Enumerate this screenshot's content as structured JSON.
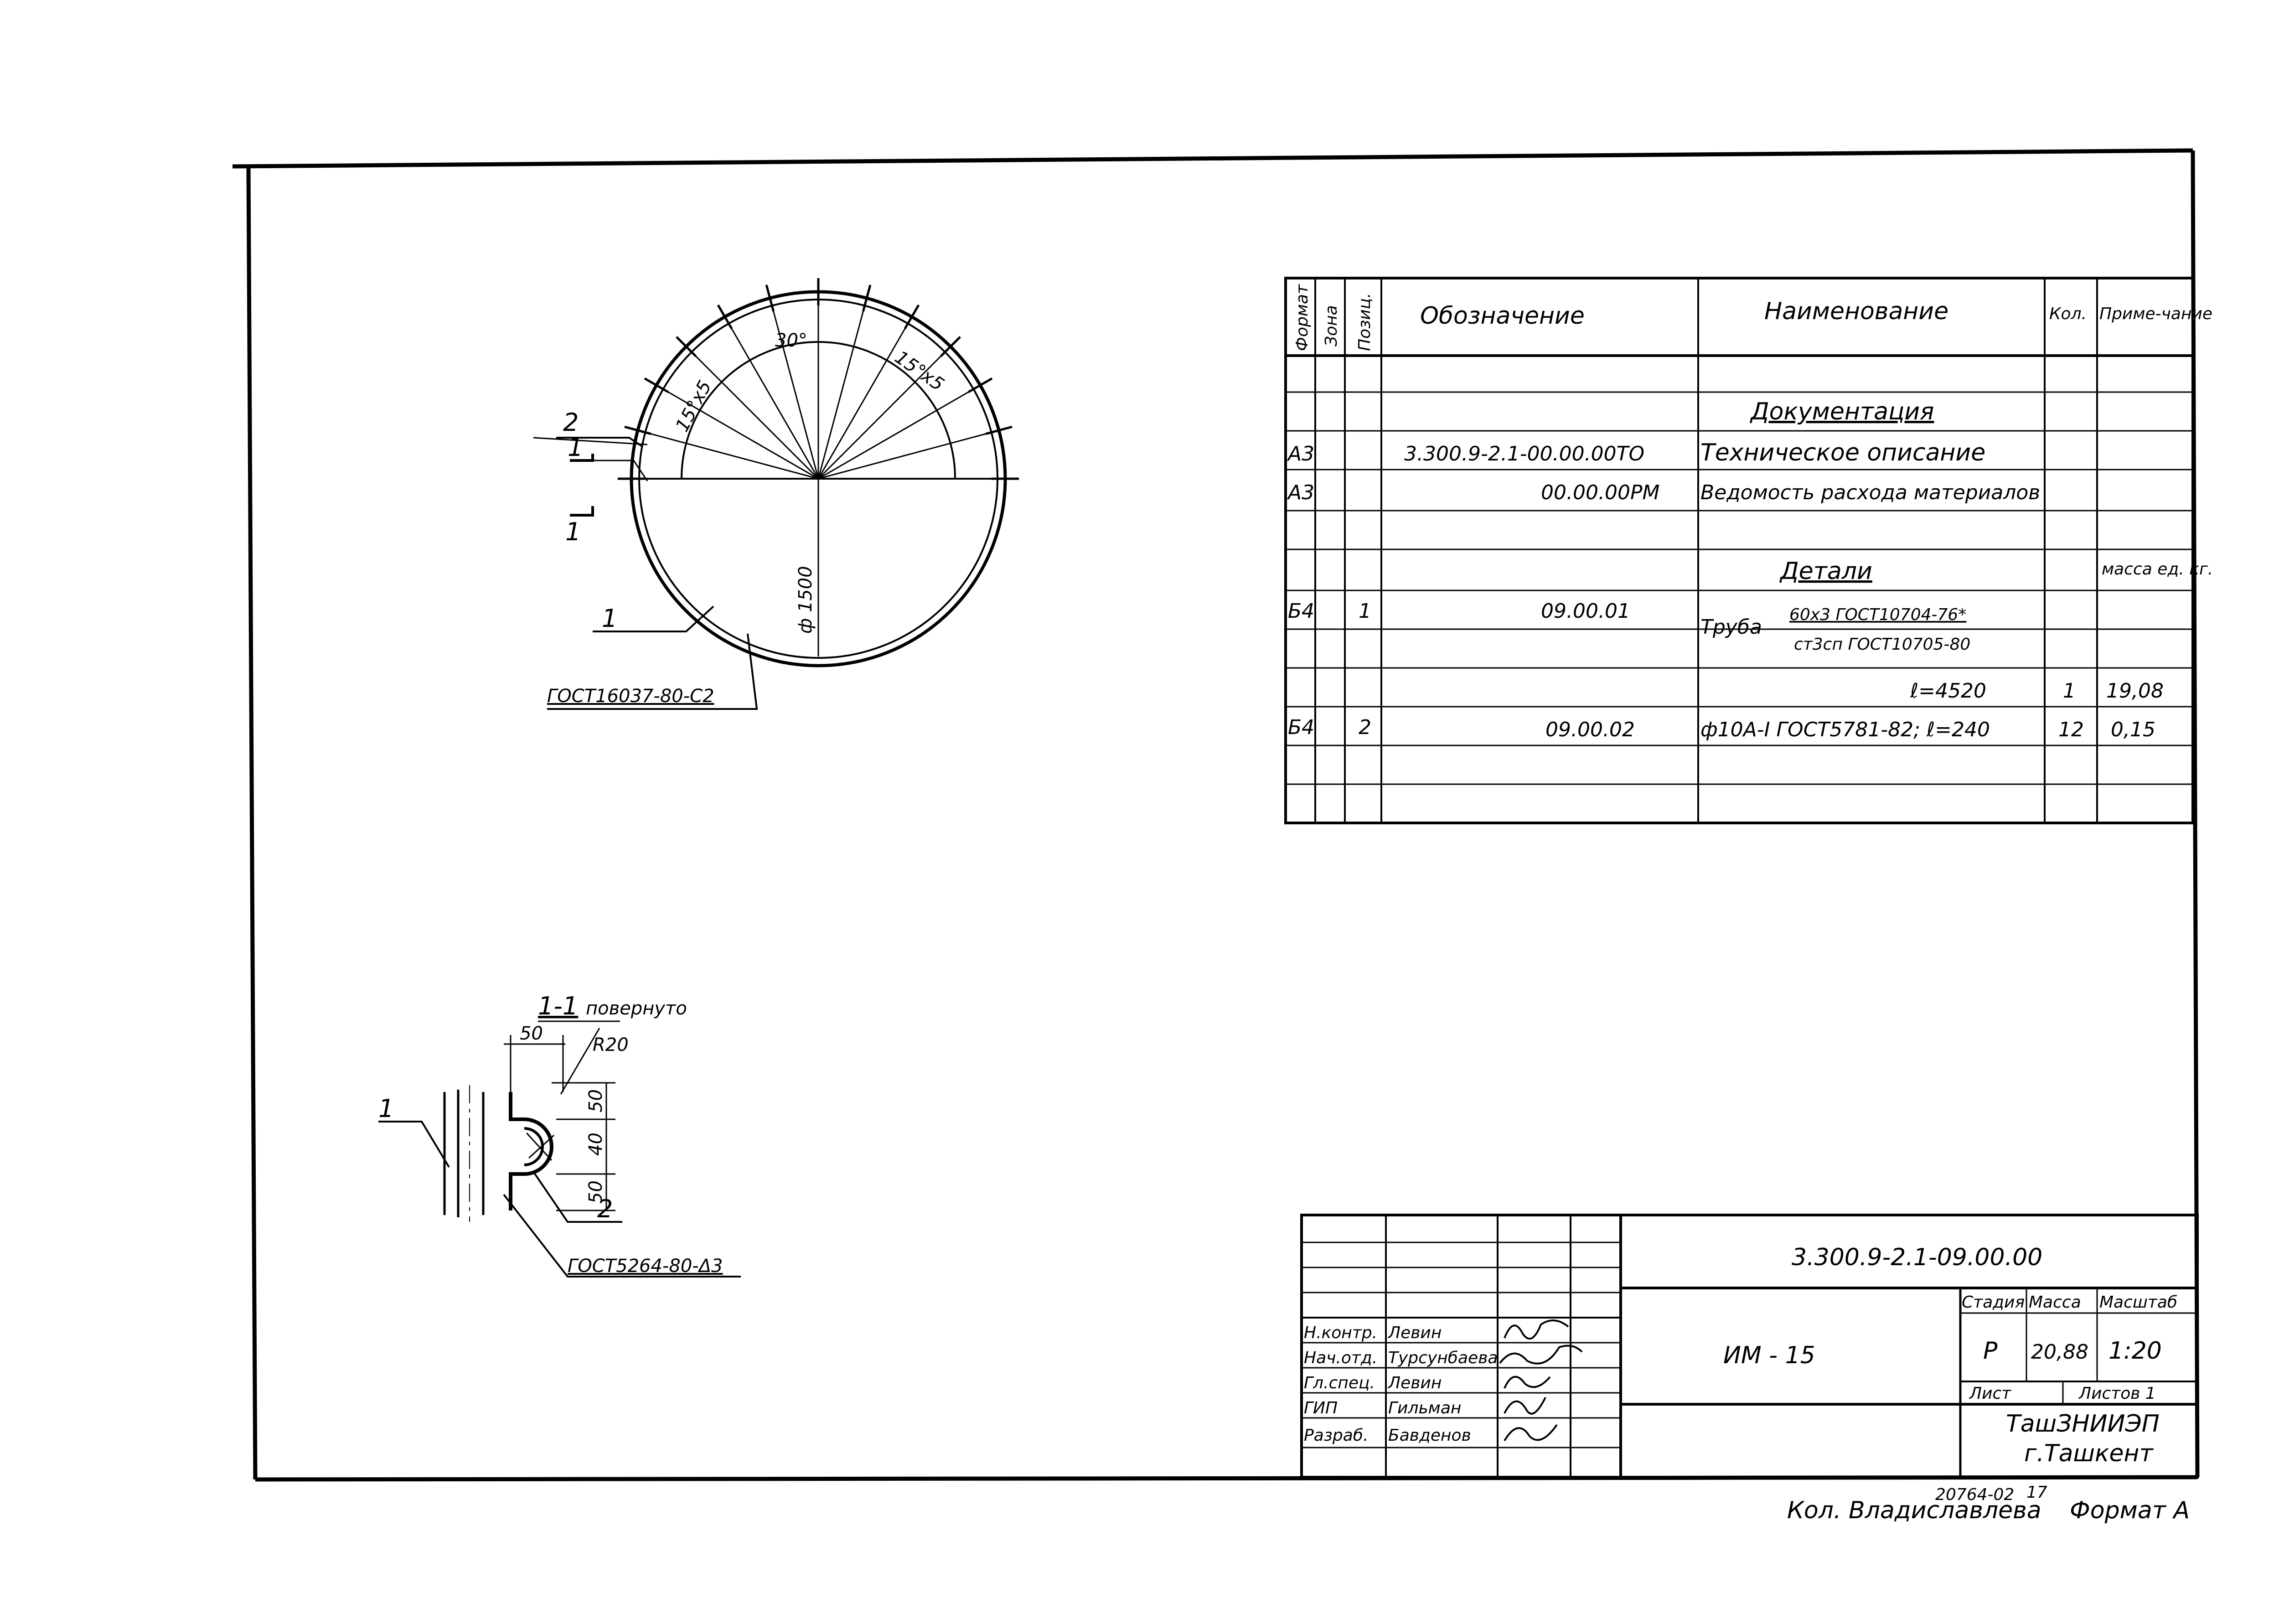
{
  "frame": {
    "format_label": "Формат А",
    "copied_by": "Кол. Владиславлева",
    "inventory_no": "20764-02",
    "sheet_index": "17"
  },
  "view_main": {
    "leader_1": "1",
    "leader_2": "2",
    "section_mark_1": "1",
    "section_mark_2": "1",
    "diameter": "ф 1500",
    "angle_30": "30°",
    "angle_15x5_a": "15°х5",
    "angle_15x5_b": "15°х5",
    "weld_note": "ГОСТ16037-80-С2"
  },
  "view_section": {
    "title": "1-1",
    "title_note": "повернуто",
    "dim_50_top": "50",
    "radius": "R20",
    "dim_50_a": "50",
    "dim_40": "40",
    "dim_50_b": "50",
    "leader_1": "1",
    "leader_2": "2",
    "weld_note": "ГОСТ5264-80-Δ3"
  },
  "spec": {
    "headers": {
      "format": "Формат",
      "zone": "Зона",
      "pos": "Позиц.",
      "designation": "Обозначение",
      "name": "Наименование",
      "qty": "Кол.",
      "note": "Приме-чание"
    },
    "section_docs": "Документация",
    "section_parts": "Детали",
    "mass_note": "масса ед. кг.",
    "rows": [
      {
        "format": "А3",
        "designation": "3.300.9-2.1-00.00.00ТО",
        "name": "Техническое описание"
      },
      {
        "format": "А3",
        "designation": "00.00.00РМ",
        "name": "Ведомость расхода материалов"
      },
      {
        "format": "Б4",
        "pos": "1",
        "designation": "09.00.01",
        "name_prefix": "Труба",
        "name_top": "60х3 ГОСТ10704-76*",
        "name_bottom": "ст3сп ГОСТ10705-80",
        "length": "ℓ=4520",
        "qty": "1",
        "note": "19,08"
      },
      {
        "format": "Б4",
        "pos": "2",
        "designation": "09.00.02",
        "name": "ф10А-I ГОСТ5781-82;  ℓ=240",
        "qty": "12",
        "note": "0,15"
      }
    ]
  },
  "title_block": {
    "code": "3.300.9-2.1-09.00.00",
    "title": "ИМ - 15",
    "stage_label": "Стадия",
    "mass_label": "Масса",
    "scale_label": "Масштаб",
    "stage": "Р",
    "mass": "20,88",
    "scale": "1:20",
    "sheet_label": "Лист",
    "sheets_label": "Листов 1",
    "org": "ТашЗНИИЭП",
    "city": "г.Ташкент",
    "signers": [
      {
        "role": "Н.контр.",
        "name": "Левин"
      },
      {
        "role": "Нач.отд.",
        "name": "Турсунбаева"
      },
      {
        "role": "Гл.спец.",
        "name": "Левин"
      },
      {
        "role": "ГИП",
        "name": "Гильман"
      },
      {
        "role": "Разраб.",
        "name": "Бавденов"
      }
    ]
  }
}
